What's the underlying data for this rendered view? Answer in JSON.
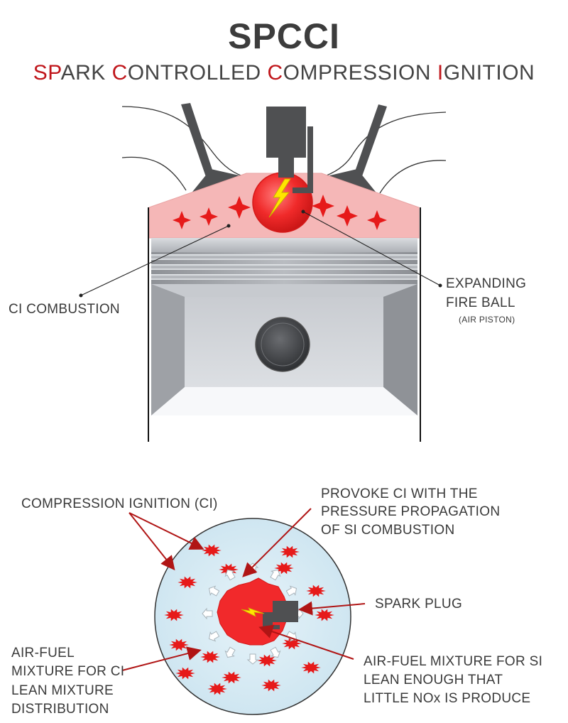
{
  "title": "SPCCI",
  "subtitle": {
    "parts": [
      {
        "text": "S",
        "highlight": true
      },
      {
        "text": "P",
        "highlight": true
      },
      {
        "text": "ARK ",
        "highlight": false
      },
      {
        "text": "C",
        "highlight": true
      },
      {
        "text": "ONTROLLED ",
        "highlight": false
      },
      {
        "text": "C",
        "highlight": true
      },
      {
        "text": "OMPRESSION ",
        "highlight": false
      },
      {
        "text": "I",
        "highlight": true
      },
      {
        "text": "GNITION",
        "highlight": false
      }
    ]
  },
  "top_diagram": {
    "ci_combustion_label": "CI COMBUSTION",
    "fireball_label_line1": "EXPANDING",
    "fireball_label_line2": "FIRE BALL",
    "fireball_sub_label": "(AIR PISTON)"
  },
  "bottom_diagram": {
    "compression_ignition_label": "COMPRESSION IGNITION (CI)",
    "provoke_line1": "PROVOKE CI WITH THE",
    "provoke_line2": "PRESSURE PROPAGATION",
    "provoke_line3": "OF SI COMBUSTION",
    "spark_plug_label": "SPARK PLUG",
    "ci_mixture_line1": "AIR-FUEL",
    "ci_mixture_line2": "MIXTURE FOR CI",
    "ci_mixture_line3": "LEAN MIXTURE",
    "ci_mixture_line4": "DISTRIBUTION",
    "si_mixture_line1": "AIR-FUEL MIXTURE FOR SI",
    "si_mixture_line2": "LEAN ENOUGH THAT",
    "si_mixture_line3": "LITTLE NOx IS PRODUCE"
  },
  "colors": {
    "accent_red": "#e11b1b",
    "title_red": "#c0161b",
    "chamber_pink": "#f4b8b8",
    "metal_gray": "#9a9da2",
    "dark_gray": "#4a4a4a",
    "cylinder_blue": "#d8ecf5",
    "spark_yellow": "#ffe600"
  }
}
